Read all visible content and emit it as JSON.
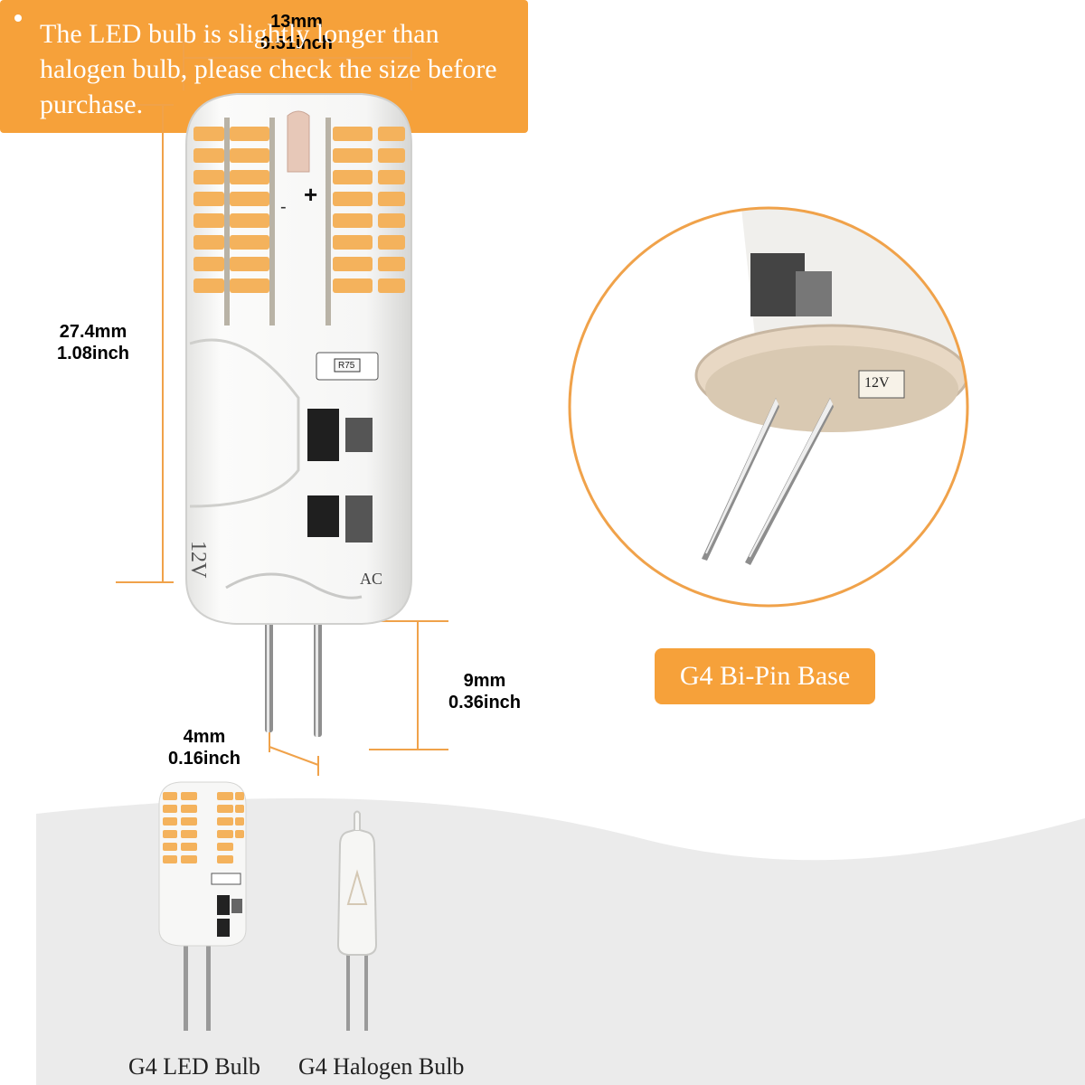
{
  "colors": {
    "accent": "#f6a13a",
    "dimension_line": "#f0a24a",
    "led_yellow": "#f5b15a",
    "background_band": "#ececec"
  },
  "dimensions": {
    "width": {
      "mm": "13mm",
      "inch": "0.51inch"
    },
    "height": {
      "mm": "27.4mm",
      "inch": "1.08inch"
    },
    "pin_length": {
      "mm": "9mm",
      "inch": "0.36inch"
    },
    "pin_spacing": {
      "mm": "4mm",
      "inch": "0.16inch"
    }
  },
  "bulb_markings": {
    "plus": "+",
    "minus": "-",
    "resistor": "R75",
    "voltage": "12V",
    "current": "AC"
  },
  "detail": {
    "label": "G4 Bi-Pin Base"
  },
  "comparison": {
    "led_caption": "G4 LED Bulb",
    "halogen_caption": "G4 Halogen Bulb",
    "note": "The LED bulb is slightly longer than halogen bulb, please check the size before purchase."
  }
}
